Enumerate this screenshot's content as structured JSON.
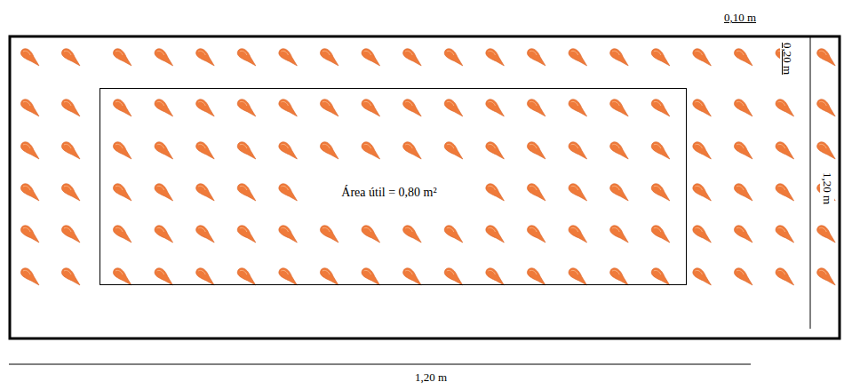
{
  "diagram": {
    "nodes": [
      {
        "text": [
          "Área útil = 0,80 m²"
        ]
      }
    ],
    "labels": [
      "0,10 m",
      "0,20 m",
      "1,20 m",
      "1,20 m"
    ]
  }
}
